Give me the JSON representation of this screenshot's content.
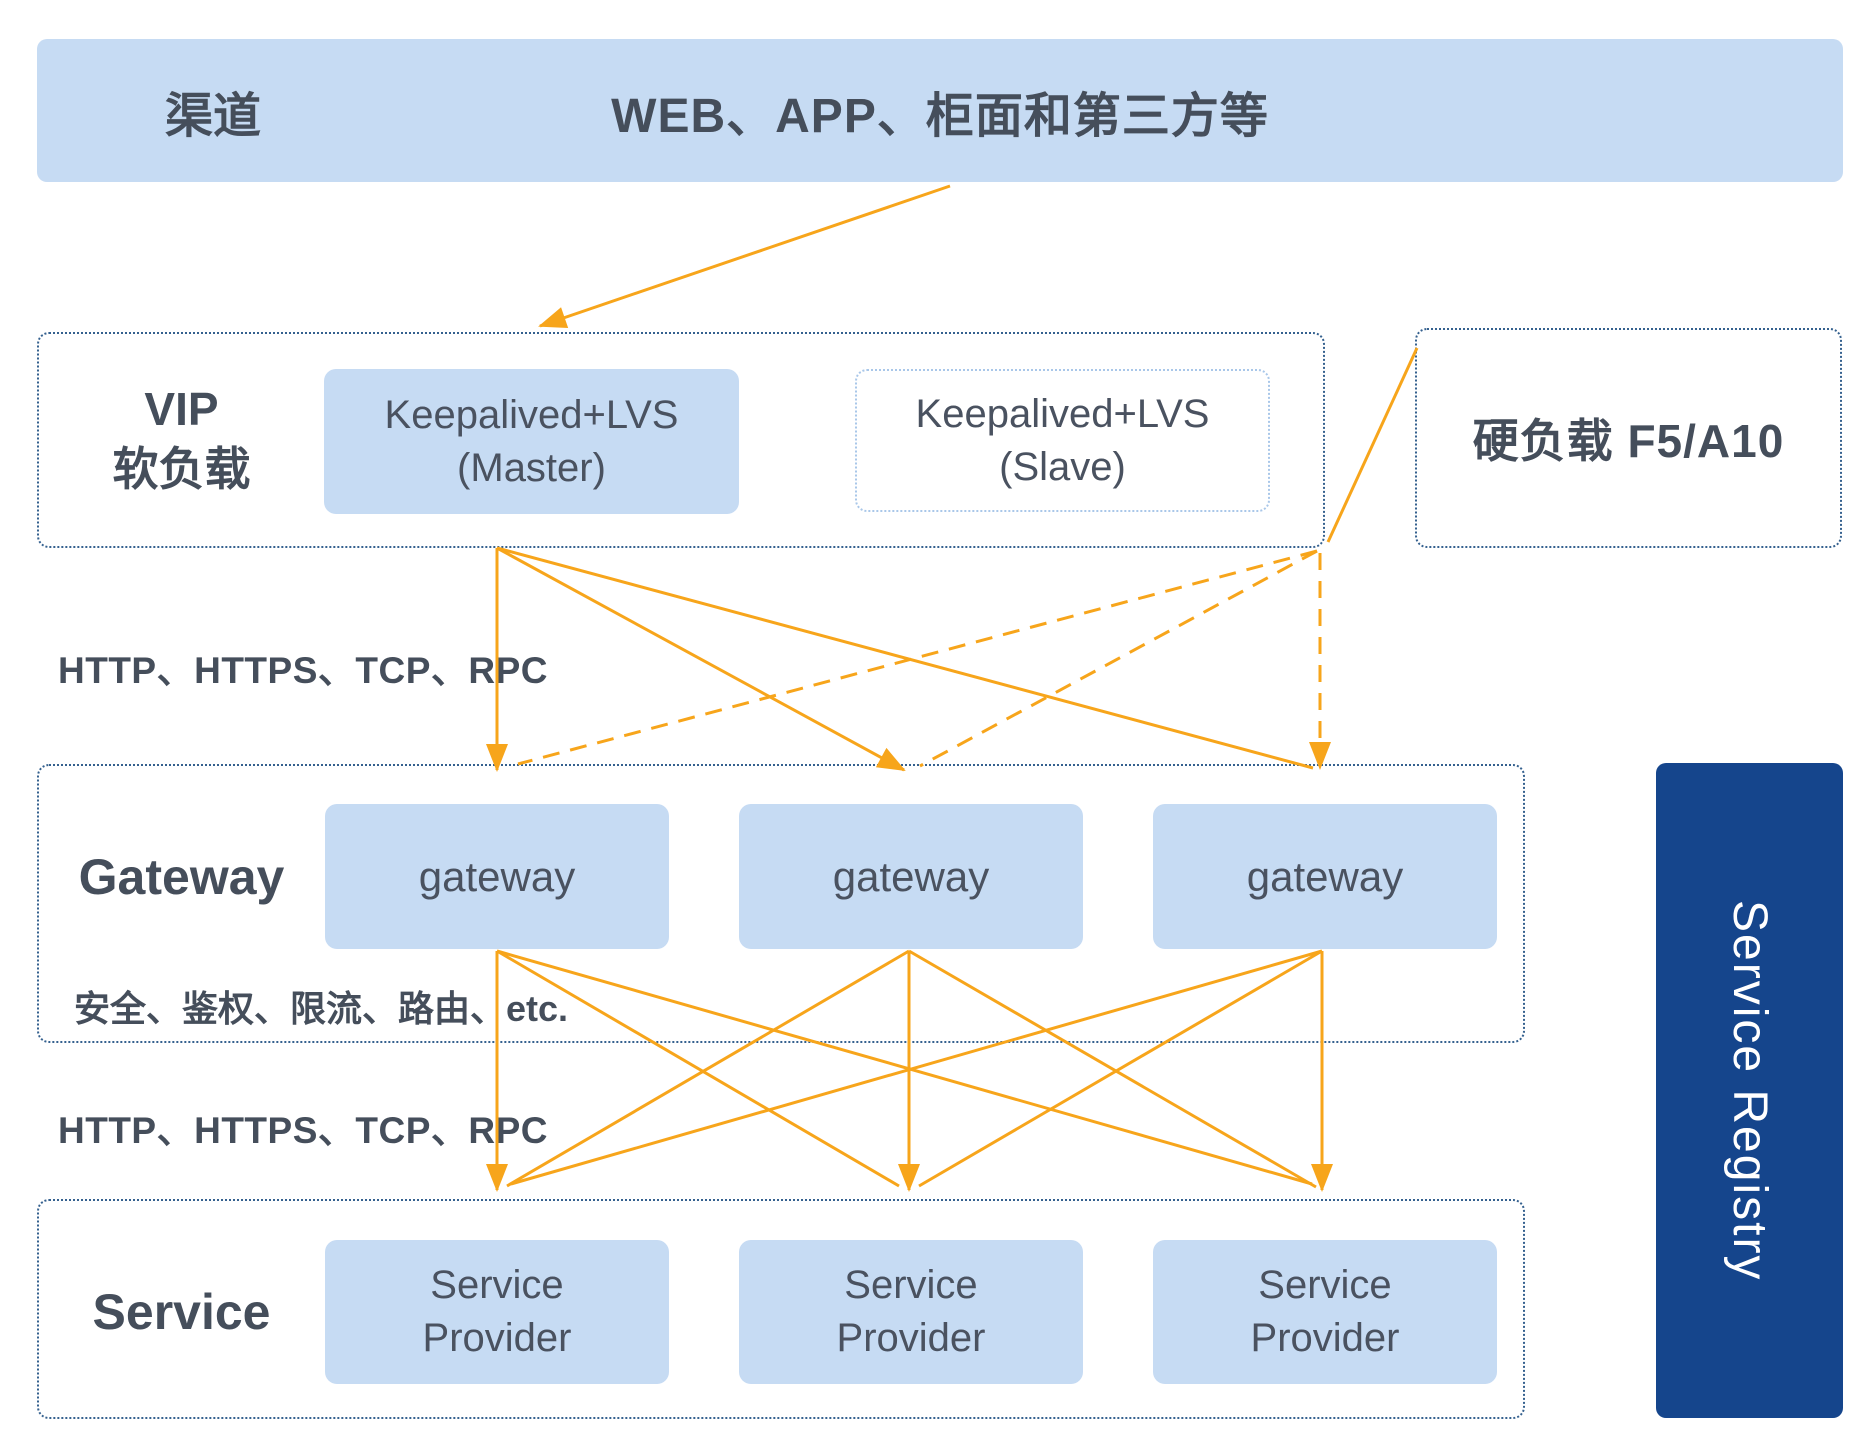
{
  "colors": {
    "node_fill": "#C6DBF3",
    "border_navy": "#35618F",
    "border_light_blue": "#A9C7E9",
    "arrow_orange": "#F7A51B",
    "registry_navy": "#15458C",
    "text_dark": "#454E5B"
  },
  "top_bar": {
    "label": "渠道",
    "content": "WEB、APP、柜面和第三方等"
  },
  "vip": {
    "title_line1": "VIP",
    "title_line2": "软负载",
    "master_line1": "Keepalived+LVS",
    "master_line2": "(Master)",
    "slave_line1": "Keepalived+LVS",
    "slave_line2": "(Slave)"
  },
  "hard_load_balancer": {
    "label": "硬负载  F5/A10"
  },
  "edge_labels": {
    "vip_to_gateway": "HTTP、HTTPS、TCP、RPC",
    "gateway_features": "安全、鉴权、限流、路由、etc.",
    "gateway_to_service": "HTTP、HTTPS、TCP、RPC"
  },
  "gateway": {
    "title": "Gateway",
    "nodes": [
      "gateway",
      "gateway",
      "gateway"
    ]
  },
  "service": {
    "title": "Service",
    "nodes": [
      {
        "line1": "Service",
        "line2": "Provider"
      },
      {
        "line1": "Service",
        "line2": "Provider"
      },
      {
        "line1": "Service",
        "line2": "Provider"
      }
    ]
  },
  "registry": {
    "label": "Service Registry"
  }
}
